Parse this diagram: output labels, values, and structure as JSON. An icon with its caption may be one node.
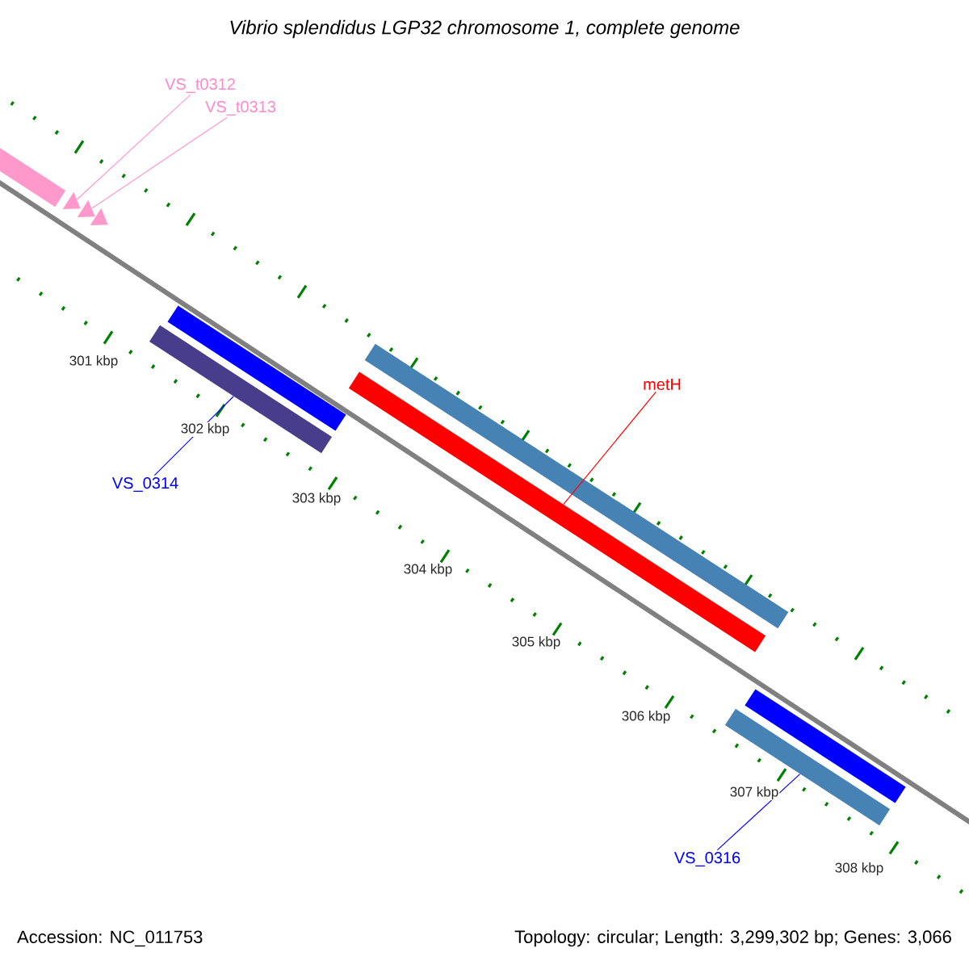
{
  "diagram": {
    "title": "Vibrio splendidus LGP32 chromosome 1, complete genome",
    "nodes": [
      {
        "text": [
          "VS_t0312"
        ]
      },
      {
        "text": [
          "VS_t0313"
        ]
      },
      {
        "text": [],
        "shape": "bar"
      },
      {
        "text": [],
        "shape": "triangle"
      },
      {
        "text": [],
        "shape": "triangle"
      },
      {
        "text": [],
        "shape": "triangle"
      },
      {
        "text": [],
        "shape": "bar"
      },
      {
        "text": [],
        "shape": "bar"
      },
      {
        "text": [
          "VS_0314"
        ]
      },
      {
        "text": [
          "metH"
        ]
      },
      {
        "text": [],
        "shape": "bar"
      },
      {
        "text": [],
        "shape": "bar"
      },
      {
        "text": [],
        "shape": "bar"
      },
      {
        "text": [],
        "shape": "bar"
      },
      {
        "text": [
          "VS_0316"
        ]
      }
    ],
    "edges": [
      {
        "from": 0,
        "to": 3,
        "arrow": "none",
        "color": "#ff99cc"
      },
      {
        "from": 1,
        "to": 4,
        "arrow": "none",
        "color": "#ff99cc"
      },
      {
        "from": 8,
        "to": 7,
        "arrow": "none",
        "color": "#0000ff"
      },
      {
        "from": 9,
        "to": 11,
        "arrow": "none",
        "color": "#ff0000"
      },
      {
        "from": 14,
        "to": 13,
        "arrow": "none",
        "color": "#0000ff"
      }
    ],
    "labels": [
      "301 kbp",
      "302 kbp",
      "303 kbp",
      "304 kbp",
      "305 kbp",
      "306 kbp",
      "307 kbp",
      "308 kbp",
      "Accession: NC_011753",
      "Topology: circular; Length: 3,299,302 bp; Genes: 3,066"
    ]
  }
}
